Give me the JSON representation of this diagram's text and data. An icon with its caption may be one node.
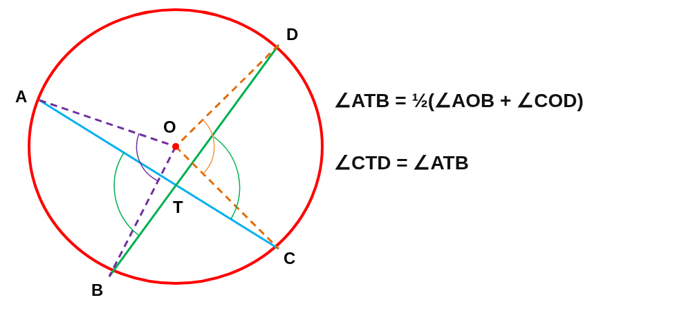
{
  "diagram": {
    "labels": [
      "D",
      "A",
      "O",
      "T",
      "B",
      "C",
      "∠ATB = ½(∠AOB + ∠COD)",
      "∠CTD = ∠ATB"
    ]
  }
}
